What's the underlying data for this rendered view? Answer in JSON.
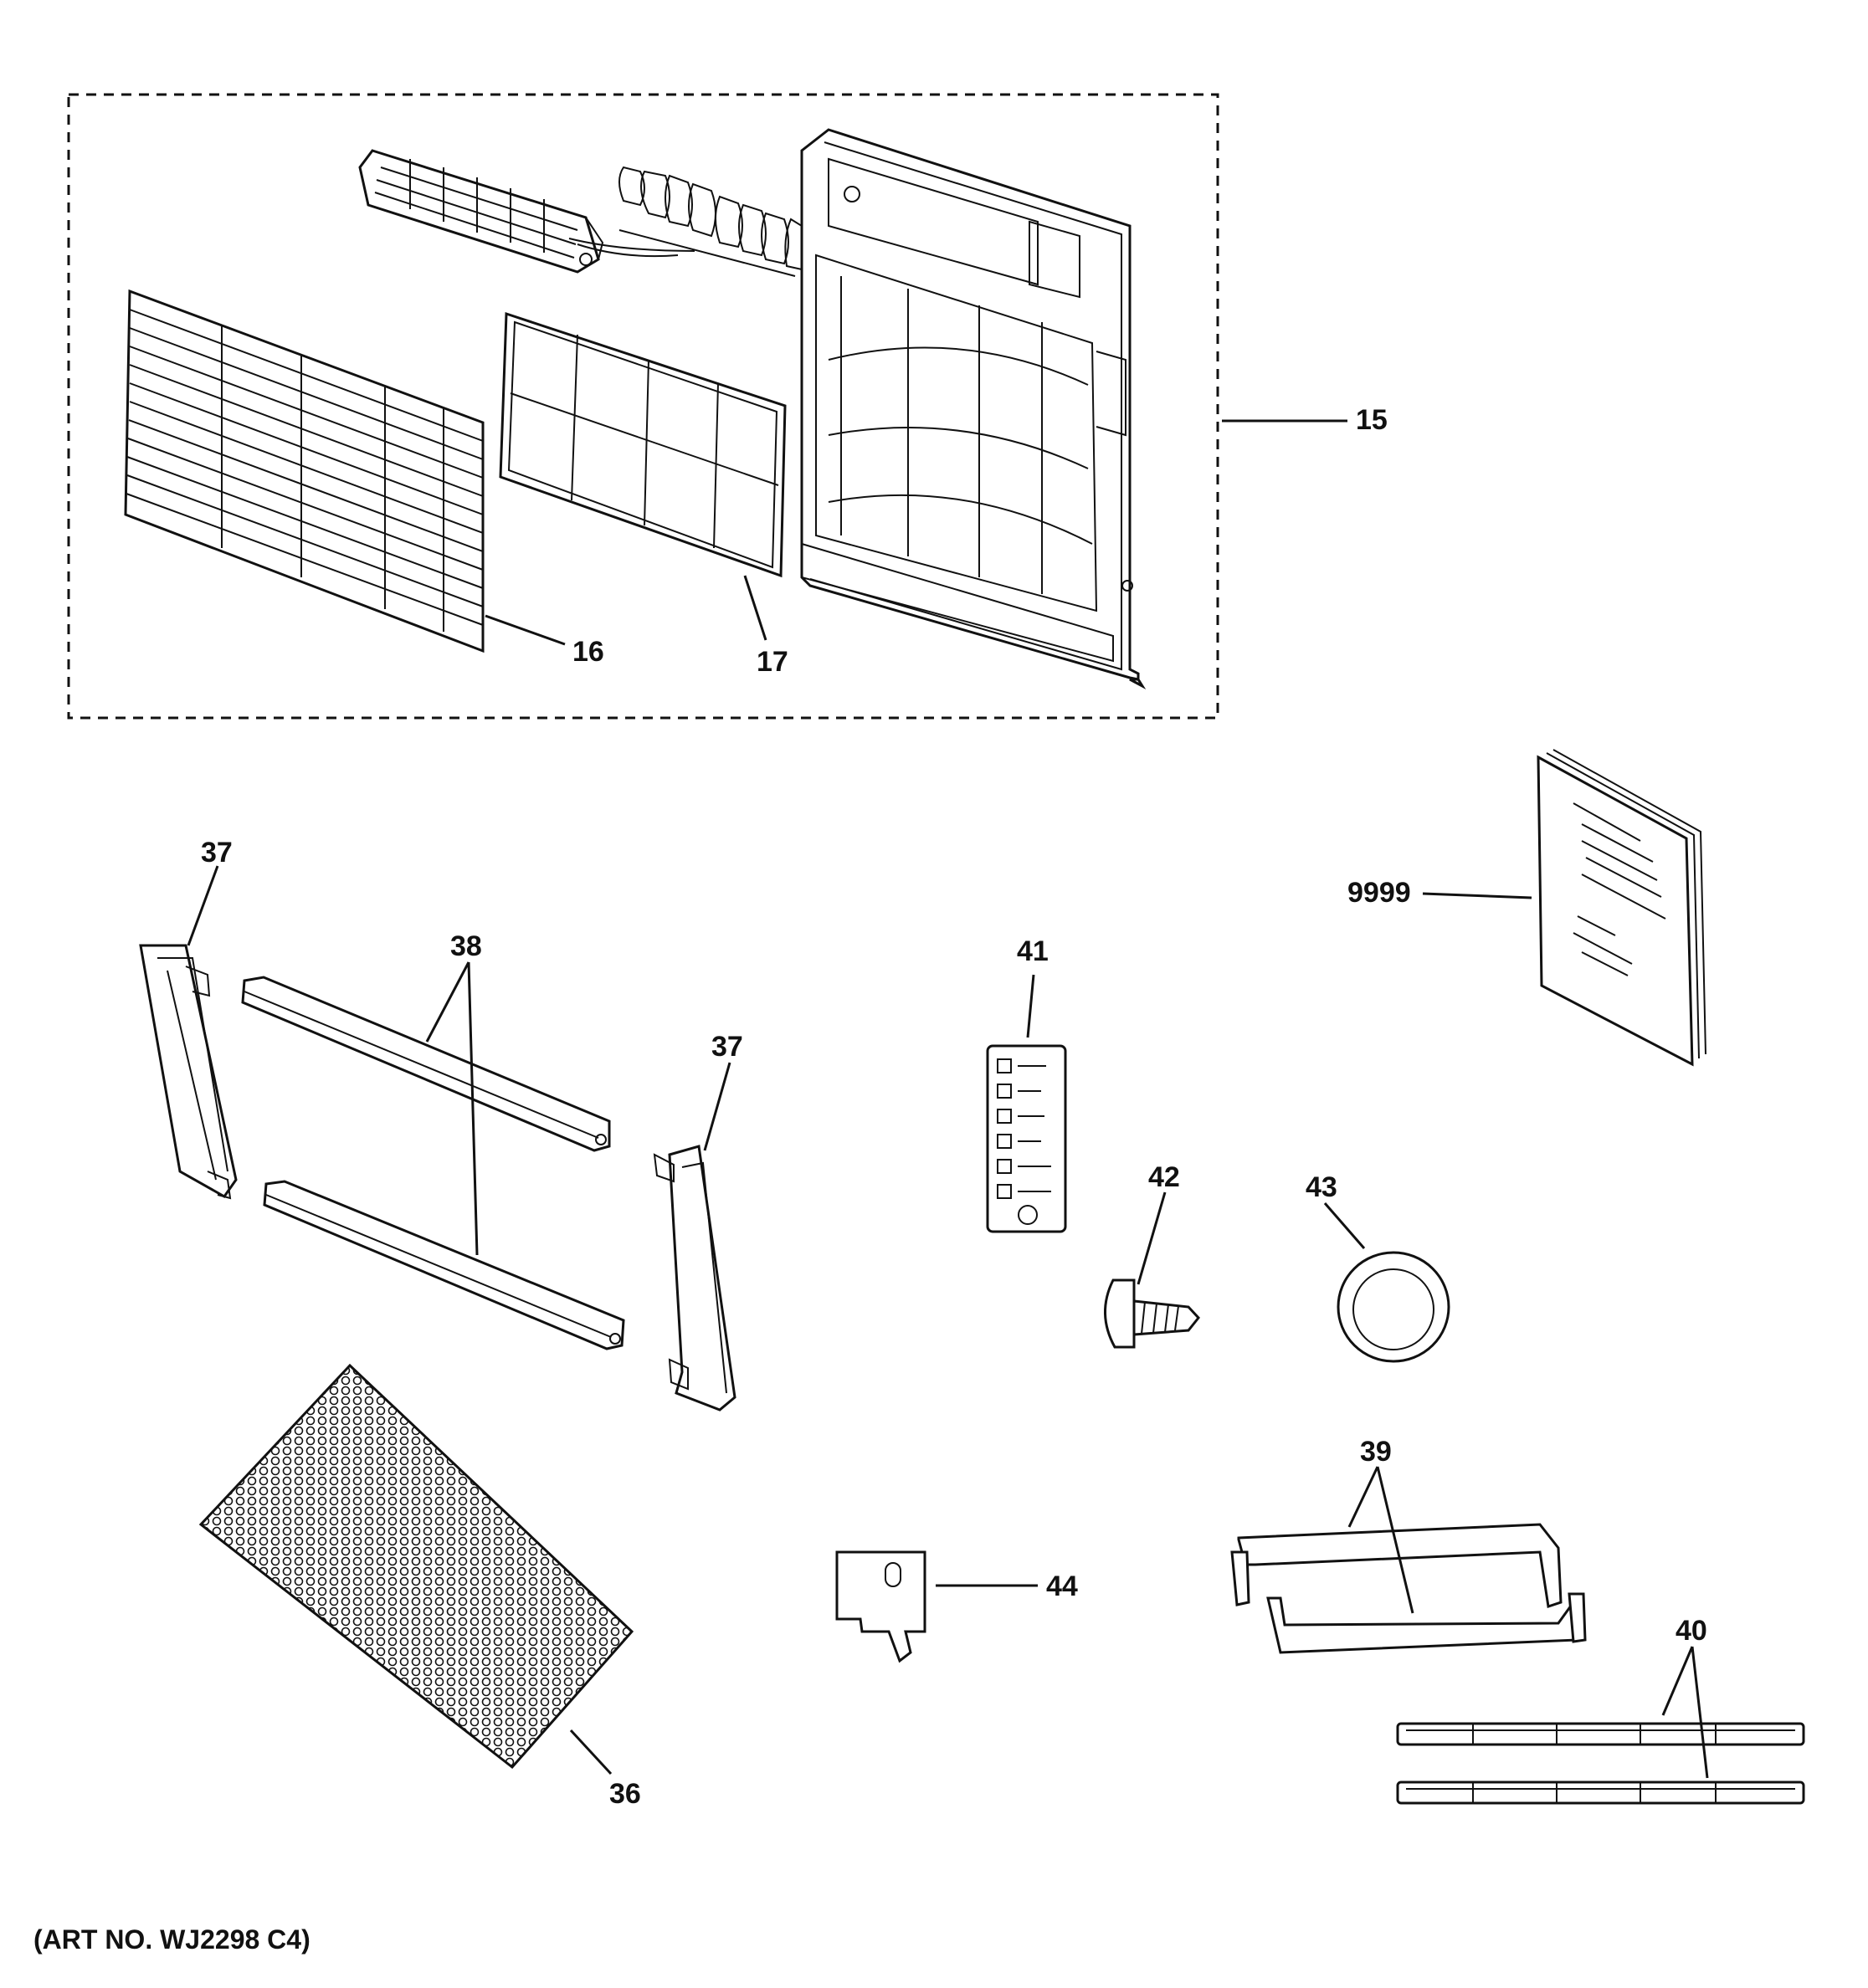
{
  "art_number": "(ART NO. WJ2298 C4)",
  "callouts": {
    "c15": "15",
    "c16": "16",
    "c17": "17",
    "c36": "36",
    "c37a": "37",
    "c37b": "37",
    "c38": "38",
    "c39": "39",
    "c40": "40",
    "c41": "41",
    "c42": "42",
    "c43": "43",
    "c44": "44",
    "c9999": "9999"
  }
}
